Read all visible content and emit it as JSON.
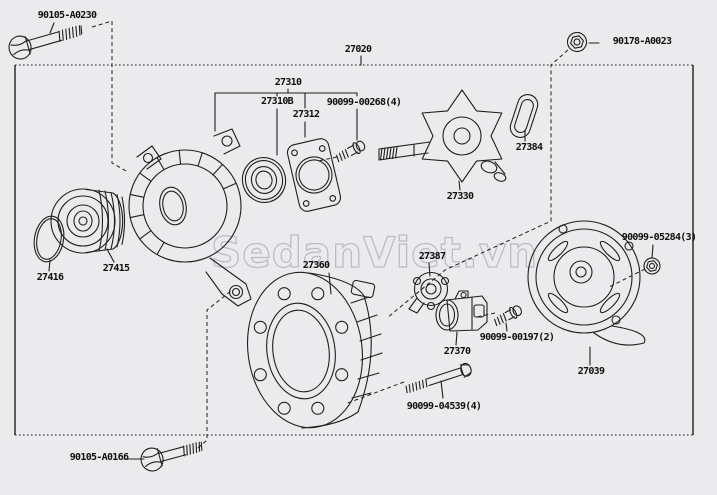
{
  "watermark": {
    "text": "SedanViet.vn"
  },
  "colors": {
    "background": "#ebebee",
    "line_art": "#1f1f1f",
    "label_text": "#101010",
    "watermark": "#bcbcc2"
  },
  "diagram": {
    "type": "exploded-parts-diagram",
    "subject": "alternator"
  },
  "parts": {
    "bolt_front_upper": {
      "number": "90105-A0230"
    },
    "terminal_nut": {
      "number": "90178-A0023"
    },
    "alternator_assembly": {
      "number": "27020"
    },
    "front_bracket_group": {
      "number": "27310"
    },
    "front_bearing": {
      "number": "27310B"
    },
    "bearing_retainer": {
      "number": "27312"
    },
    "retainer_screws": {
      "number": "90099-00268(4)"
    },
    "terminal_insulator": {
      "number": "27384"
    },
    "rotor": {
      "number": "27330"
    },
    "pulley_oring": {
      "number": "27416"
    },
    "pulley": {
      "number": "27415"
    },
    "stator": {
      "number": "27360"
    },
    "brush_holder": {
      "number": "27387"
    },
    "cover_nuts": {
      "number": "90099-05284(3)"
    },
    "voltage_regulator": {
      "number": "27370"
    },
    "regulator_screws": {
      "number": "90099-00197(2)"
    },
    "rear_end_cover": {
      "number": "27039"
    },
    "through_bolts": {
      "number": "90099-04539(4)"
    },
    "bolt_lower": {
      "number": "90105-A0166"
    }
  }
}
